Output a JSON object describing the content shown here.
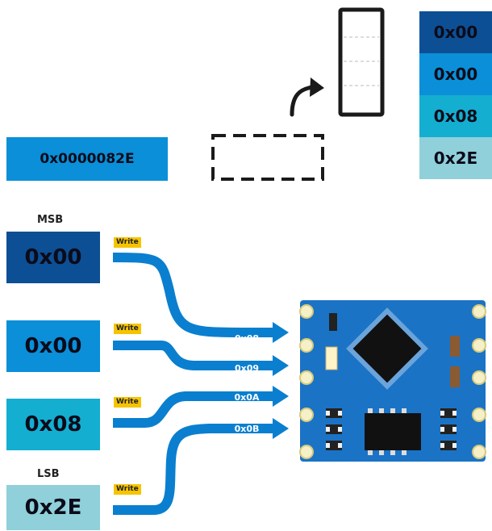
{
  "word_value": "0x0000082E",
  "stack": [
    "0x00",
    "0x00",
    "0x08",
    "0x2E"
  ],
  "bytes": [
    {
      "value": "0x00",
      "label": "MSB",
      "tag": "Write",
      "color": "#0d4f94"
    },
    {
      "value": "0x00",
      "label": "",
      "tag": "Write",
      "color": "#0a8fd8"
    },
    {
      "value": "0x08",
      "label": "",
      "tag": "Write",
      "color": "#14aed1"
    },
    {
      "value": "0x2E",
      "label": "LSB",
      "tag": "Write",
      "color": "#8fd0da"
    }
  ],
  "registers": [
    "0x08",
    "0x09",
    "0x0A",
    "0x0B"
  ],
  "colors": {
    "dark_blue": "#0d4f94",
    "blue": "#0a8fd8",
    "cyan": "#14aed1",
    "light_cyan": "#8fd0da",
    "flow": "#0a7fcf",
    "pcb": "#1b73c6",
    "tag": "#f5c400"
  }
}
